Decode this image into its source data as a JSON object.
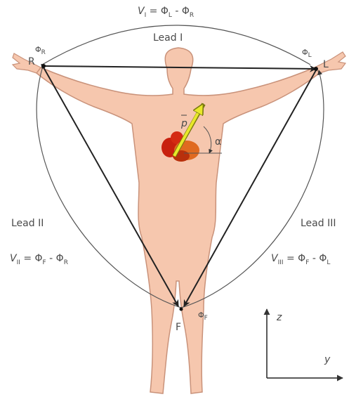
{
  "lead_i": {
    "label": "Lead I",
    "eq_v": "V",
    "eq_v_sub": "I",
    "eq_rhs_a": " = Φ",
    "eq_rhs_a_sub": "L",
    "eq_rhs_b": " - Φ",
    "eq_rhs_b_sub": "R"
  },
  "lead_ii": {
    "label": "Lead II",
    "eq_v": "V",
    "eq_v_sub": "II",
    "eq_rhs_a": " = Φ",
    "eq_rhs_a_sub": "F",
    "eq_rhs_b": " - Φ",
    "eq_rhs_b_sub": "R"
  },
  "lead_iii": {
    "label": "Lead III",
    "eq_v": "V",
    "eq_v_sub": "III",
    "eq_rhs_a": " = Φ",
    "eq_rhs_a_sub": "F",
    "eq_rhs_b": " - Φ",
    "eq_rhs_b_sub": "L"
  },
  "electrodes": {
    "right": {
      "letter": "R",
      "phi": "Φ",
      "phi_sub": "R"
    },
    "left": {
      "letter": "L",
      "phi": "Φ",
      "phi_sub": "L"
    },
    "foot": {
      "letter": "F",
      "phi": "Φ",
      "phi_sub": "F"
    }
  },
  "dipole": {
    "label": "p",
    "angle_label": "α"
  },
  "axes": {
    "z": "z",
    "y": "y"
  },
  "colors": {
    "skin": "#f6c7ae",
    "skin_outline": "#c9927a",
    "heart": "#d42a12",
    "heart_light": "#e06a20",
    "dipole_arrow": "#e8e82a",
    "lines": "#555555"
  }
}
